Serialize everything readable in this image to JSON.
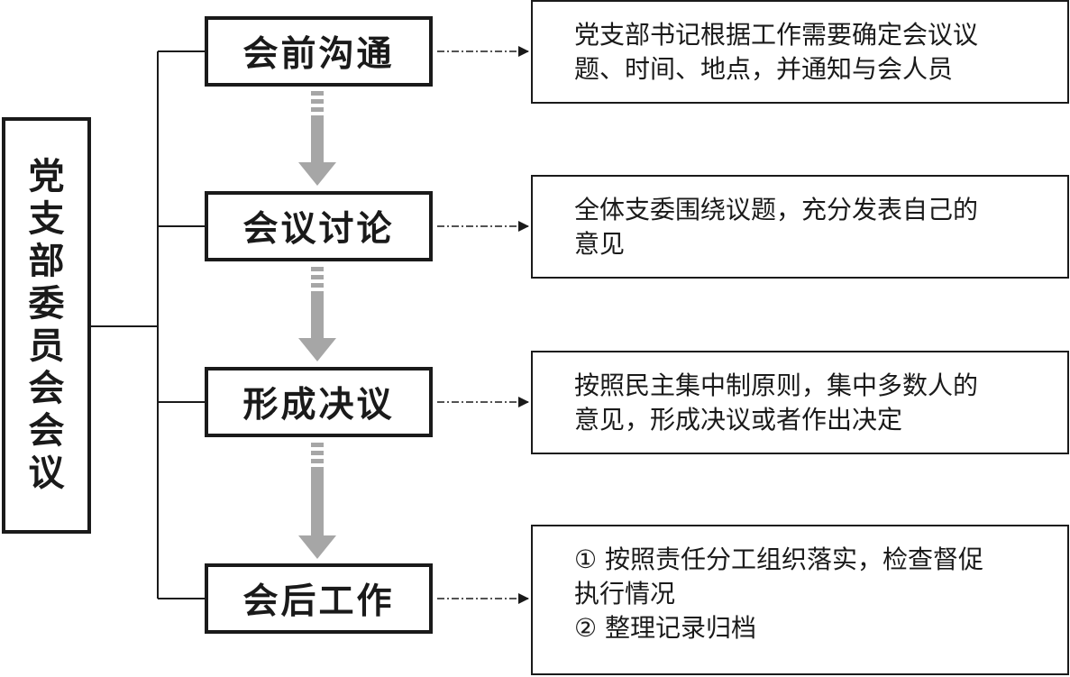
{
  "root": {
    "label": "党支部委员会会议"
  },
  "steps": [
    {
      "title": "会前沟通",
      "desc": [
        "党支部书记根据工作需要确定会议议",
        "题、时间、地点，并通知与会人员"
      ]
    },
    {
      "title": "会议讨论",
      "desc": [
        "全体支委围绕议题，充分发表自己的",
        "意见"
      ]
    },
    {
      "title": "形成决议",
      "desc": [
        "按照民主集中制原则，集中多数人的",
        "意见，形成决议或者作出决定"
      ]
    },
    {
      "title": "会后工作",
      "desc": [
        "① 按照责任分工组织落实，检查督促",
        "执行情况",
        "② 整理记录归档"
      ]
    }
  ],
  "colors": {
    "line": "#1a1a1a",
    "flow_arrow": "#a6a6a6",
    "background": "#ffffff"
  }
}
